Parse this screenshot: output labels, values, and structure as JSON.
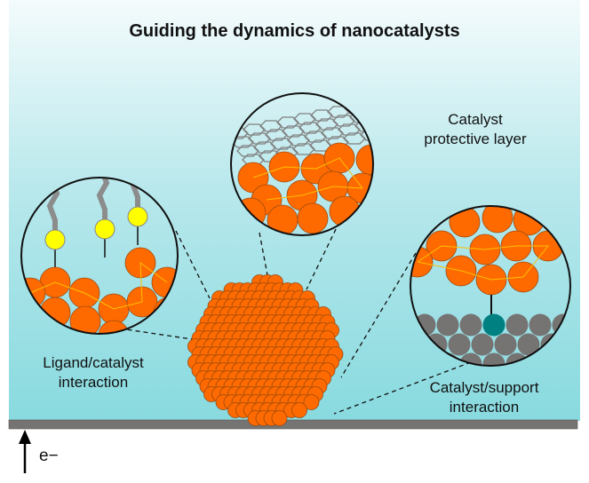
{
  "title": "Guiding the dynamics of nanocatalysts",
  "labels": {
    "protective_line1": "Catalyst",
    "protective_line2": "protective layer",
    "ligand_line1": "Ligand/catalyst",
    "ligand_line2": "interaction",
    "support_line1": "Catalyst/support",
    "support_line2": "interaction",
    "electron": "e−"
  },
  "colors": {
    "catalyst": "#ff6a00",
    "support": "#767373",
    "anchor": "#008080",
    "ligand_head": "#ffff00",
    "ligand_chain": "#8c8c8c",
    "graphene": "#808080",
    "background_bottom": "#8adbe0"
  }
}
